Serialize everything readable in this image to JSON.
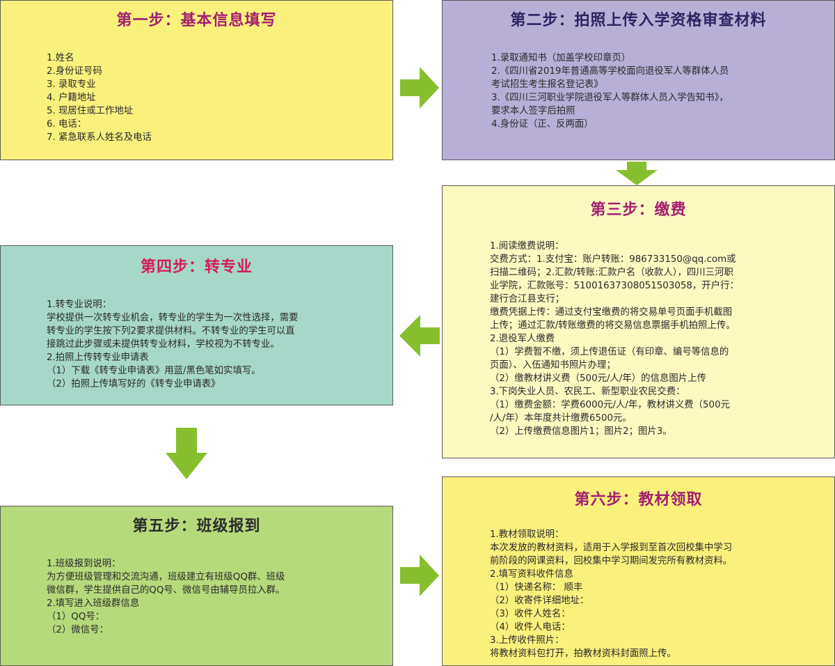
{
  "steps": {
    "s1": {
      "title": "第一步：基本信息填写",
      "lines": [
        "1.姓名",
        "2.身份证号码",
        "3. 录取专业",
        "4. 户籍地址",
        "5. 现居住或工作地址",
        "6. 电话：",
        "7. 紧急联系人姓名及电话"
      ]
    },
    "s2": {
      "title": "第二步：拍照上传入学资格审查材料",
      "lines": [
        "1.录取通知书（加盖学校印章页）",
        "2.《四川省2019年普通高等学校面向退役军人等群体人员",
        "考试招生考生报名登记表》",
        "3.《四川三河职业学院退役军人等群体人员入学告知书》，",
        "要求本人签字后拍照",
        "4.身份证（正、反两面）"
      ]
    },
    "s3": {
      "title": "第三步：缴费",
      "lines": [
        "1.阅读缴费说明：",
        "交费方式：1.支付宝：账户转账：986733150@qq.com或",
        "扫描二维码；2.汇款/转账:汇款户名（收款人），四川三河职",
        "业学院，汇款账号：51001637308051503058，开户行：",
        "建行合江县支行；",
        "缴费凭据上传：通过支付宝缴费的将交易单号页面手机截图",
        "上传；通过汇款/转账缴费的将交易信息票据手机拍照上传。",
        "2.退役军人缴费",
        "（1）学费暂不缴，须上传退伍证（有印章、编号等信息的",
        "页面）、入伍通知书照片办理；",
        "（2）缴教材讲义费（500元/人/年）的信息图片上传",
        "3.下岗失业人员、农民工、新型职业农民交费：",
        "（1）缴费金额：学费6000元/人/年，教材讲义费（500元",
        "/人/年）本年度共计缴费6500元。",
        "（2）上传缴费信息图片1；图片2；图片3。"
      ]
    },
    "s4": {
      "title": "第四步：转专业",
      "lines": [
        "1.转专业说明：",
        "学校提供一次转专业机会，转专业的学生为一次性选择，需要",
        "转专业的学生按下列2要求提供材料。不转专业的学生可以直",
        "接跳过此步骤或未提供转专业材料，学校视为不转专业。",
        "2.拍照上传转专业申请表",
        "（1）下载《转专业申请表》用蓝/黑色笔如实填写。",
        "（2）拍照上传填写好的《转专业申请表》"
      ]
    },
    "s5": {
      "title": "第五步：班级报到",
      "lines": [
        "1.班级报到说明：",
        "为方便班级管理和交流沟通，班级建立有班级QQ群、班级",
        "微信群，学生提供自己的QQ号、微信号由辅导员拉入群。",
        "2.填写进入班级群信息",
        "（1）QQ号：",
        "（2）微信号："
      ]
    },
    "s6": {
      "title": "第六步：教材领取",
      "lines": [
        "1.教材领取说明：",
        "本次发放的教材资料，适用于入学报到至首次回校集中学习",
        "前阶段的网课资料，回校集中学习期间发完所有教材资料。",
        "2.填写资料收件信息",
        "（1）快递名称：      顺丰",
        "（2）收寄件详细地址：",
        "（3）收件人姓名：",
        "（4）收件人电话：",
        "3.上传收件照片：",
        "将教材资料包打开，拍教材资料封面照上传。"
      ]
    }
  },
  "colors": {
    "arrow": "#86bf2e",
    "s1_bg": "#faf17d",
    "s2_bg": "#b7afd5",
    "s3_bg": "#fcf9c1",
    "s4_bg": "#a5d8c9",
    "s5_bg": "#b6d97b",
    "s6_bg": "#faf17d",
    "title_magenta": "#a31e6f",
    "title_navy": "#2a2464",
    "title_red": "#d41d57"
  }
}
